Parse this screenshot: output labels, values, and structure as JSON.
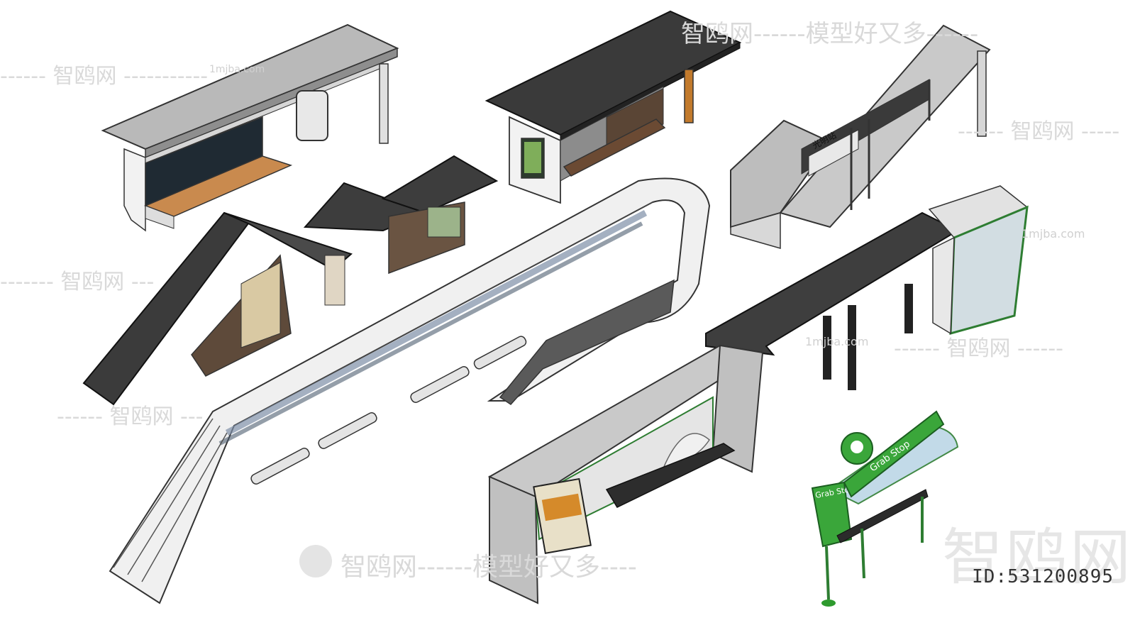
{
  "watermarks": {
    "top_banner": "智鸥网------模型好又多------",
    "left_top": "------ 智鸥网 -----------",
    "site_small_1": "1mjba.com",
    "left_mid": "------- 智鸥网 ---",
    "right_mid": "------ 智鸥网 -----",
    "right_small": "1mjba.com",
    "center_small": "1mjba.com",
    "right_lower": "------ 智鸥网 ------",
    "left_lower": "------ 智鸥网 ---",
    "bottom_banner": "智鸥网------模型好又多----",
    "big_brand": "智鸥网"
  },
  "id_label": "ID:531200895",
  "signage": {
    "grab_stop_side": "Grab Stop",
    "grab_stop_top": "Grab Stop",
    "station_name": "光明站"
  },
  "colors": {
    "roof_gray": "#9a9a9a",
    "dark_roof": "#3a3a3a",
    "wood": "#b5651d",
    "grab_green": "#2e9a2e",
    "glass": "#a9c4d6"
  }
}
